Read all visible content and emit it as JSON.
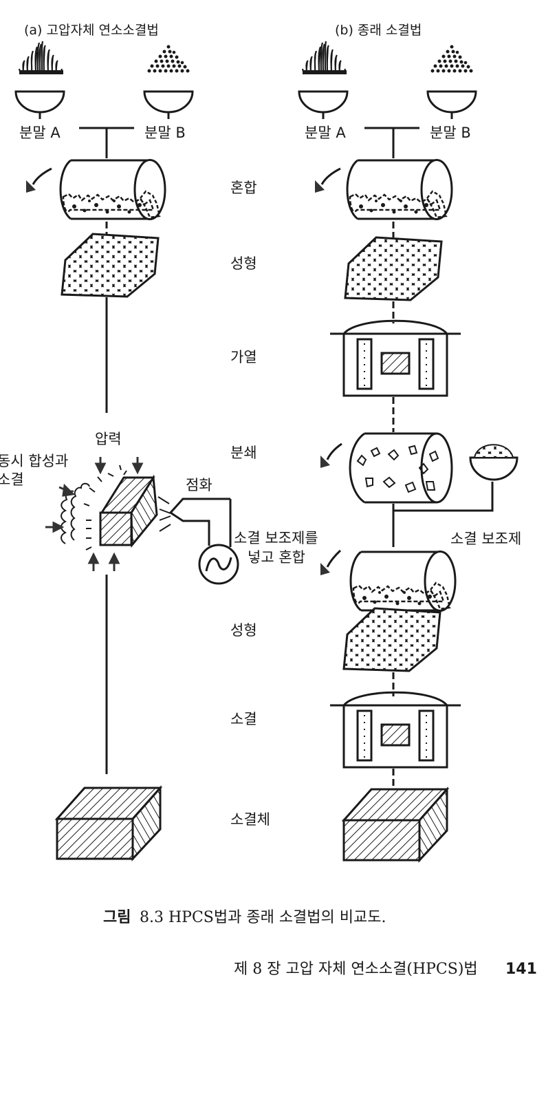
{
  "titles": {
    "a": "(a) 고압자체  연소소결법",
    "b": "(b) 종래 소결법"
  },
  "powders": {
    "a_left": "분말 A",
    "b_left": "분말 B",
    "a_right": "분말 A",
    "b_right": "분말 B"
  },
  "steps": {
    "mix": "혼합",
    "form1": "성형",
    "heat": "가열",
    "crush": "분쇄",
    "add_aid_1": "소결 보조제를",
    "add_aid_2": "넣고 혼합",
    "form2": "성형",
    "sinter": "소결",
    "sintered_body": "소결체"
  },
  "hpcs": {
    "pressure": "압력",
    "simultaneous_1": "동시 합성과",
    "simultaneous_2": "소결",
    "ignition": "점화"
  },
  "sintering_aid": "소결 보조제",
  "caption": {
    "label": "그림",
    "text": "8.3  HPCS법과 종래 소결법의 비교도."
  },
  "footer": {
    "chapter": "제 8 장   고압 자체 연소소결(HPCS)법",
    "page": "141"
  }
}
